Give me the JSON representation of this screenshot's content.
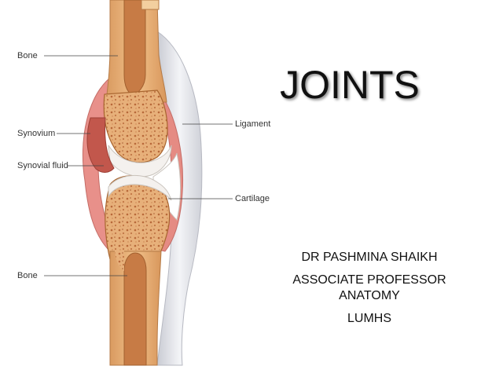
{
  "slide": {
    "title": "JOINTS",
    "author": "DR PASHMINA SHAIKH",
    "position_line1": "ASSOCIATE PROFESSOR",
    "position_line2": "ANATOMY",
    "institution": "LUMHS"
  },
  "diagram": {
    "labels": {
      "bone_top": "Bone",
      "synovium": "Synovium",
      "synovial_fluid": "Synovial fluid",
      "bone_bottom": "Bone",
      "ligament": "Ligament",
      "cartilage": "Cartilage"
    }
  },
  "colors": {
    "bone_outer": "#e9b27c",
    "bone_spongy": "#e6ad72",
    "synovium_pink": "#e8908a",
    "cartilage": "#f4f1ee",
    "ligament": "#e9eaee"
  }
}
